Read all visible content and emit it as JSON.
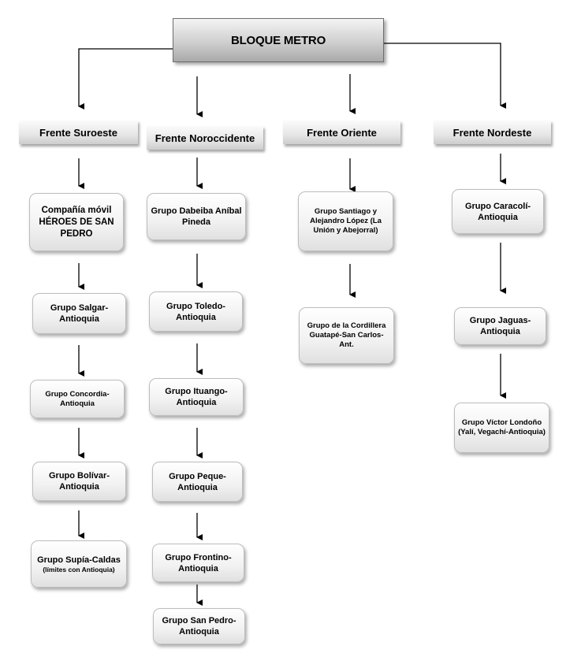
{
  "root": {
    "label": "BLOQUE METRO"
  },
  "fronts": [
    {
      "label": "Frente Suroeste"
    },
    {
      "label": "Frente Noroccidente"
    },
    {
      "label": "Frente Oriente"
    },
    {
      "label": "Frente Nordeste"
    }
  ],
  "nodes": {
    "suroeste": [
      {
        "main": "Compañía móvil HÉROES DE SAN PEDRO"
      },
      {
        "main": "Grupo Salgar-Antioquia"
      },
      {
        "main": "Grupo Concordia-Antioquia"
      },
      {
        "main": "Grupo Bolívar-Antioquia"
      },
      {
        "main": "Grupo Supía-Caldas",
        "note": "(límites con Antioquia)"
      }
    ],
    "noroccidente": [
      {
        "main": "Grupo Dabeiba Aníbal Pineda"
      },
      {
        "main": "Grupo Toledo-Antioquia"
      },
      {
        "main": "Grupo Ituango-Antioquia"
      },
      {
        "main": "Grupo Peque-Antioquia"
      },
      {
        "main": "Grupo Frontino-Antioquia"
      },
      {
        "main": "Grupo San Pedro-Antioquia"
      }
    ],
    "oriente": [
      {
        "main": "Grupo Santiago y Alejandro López (La Unión y Abejorral)"
      },
      {
        "main": "Grupo de la Cordillera Guatapé-San Carlos-Ant."
      }
    ],
    "nordeste": [
      {
        "main": "Grupo Caracolí-Antioquia"
      },
      {
        "main": "Grupo Jaguas-Antioquia"
      },
      {
        "main": "Grupo Víctor Londoño (Yalí, Vegachí-Antioquia)"
      }
    ]
  }
}
